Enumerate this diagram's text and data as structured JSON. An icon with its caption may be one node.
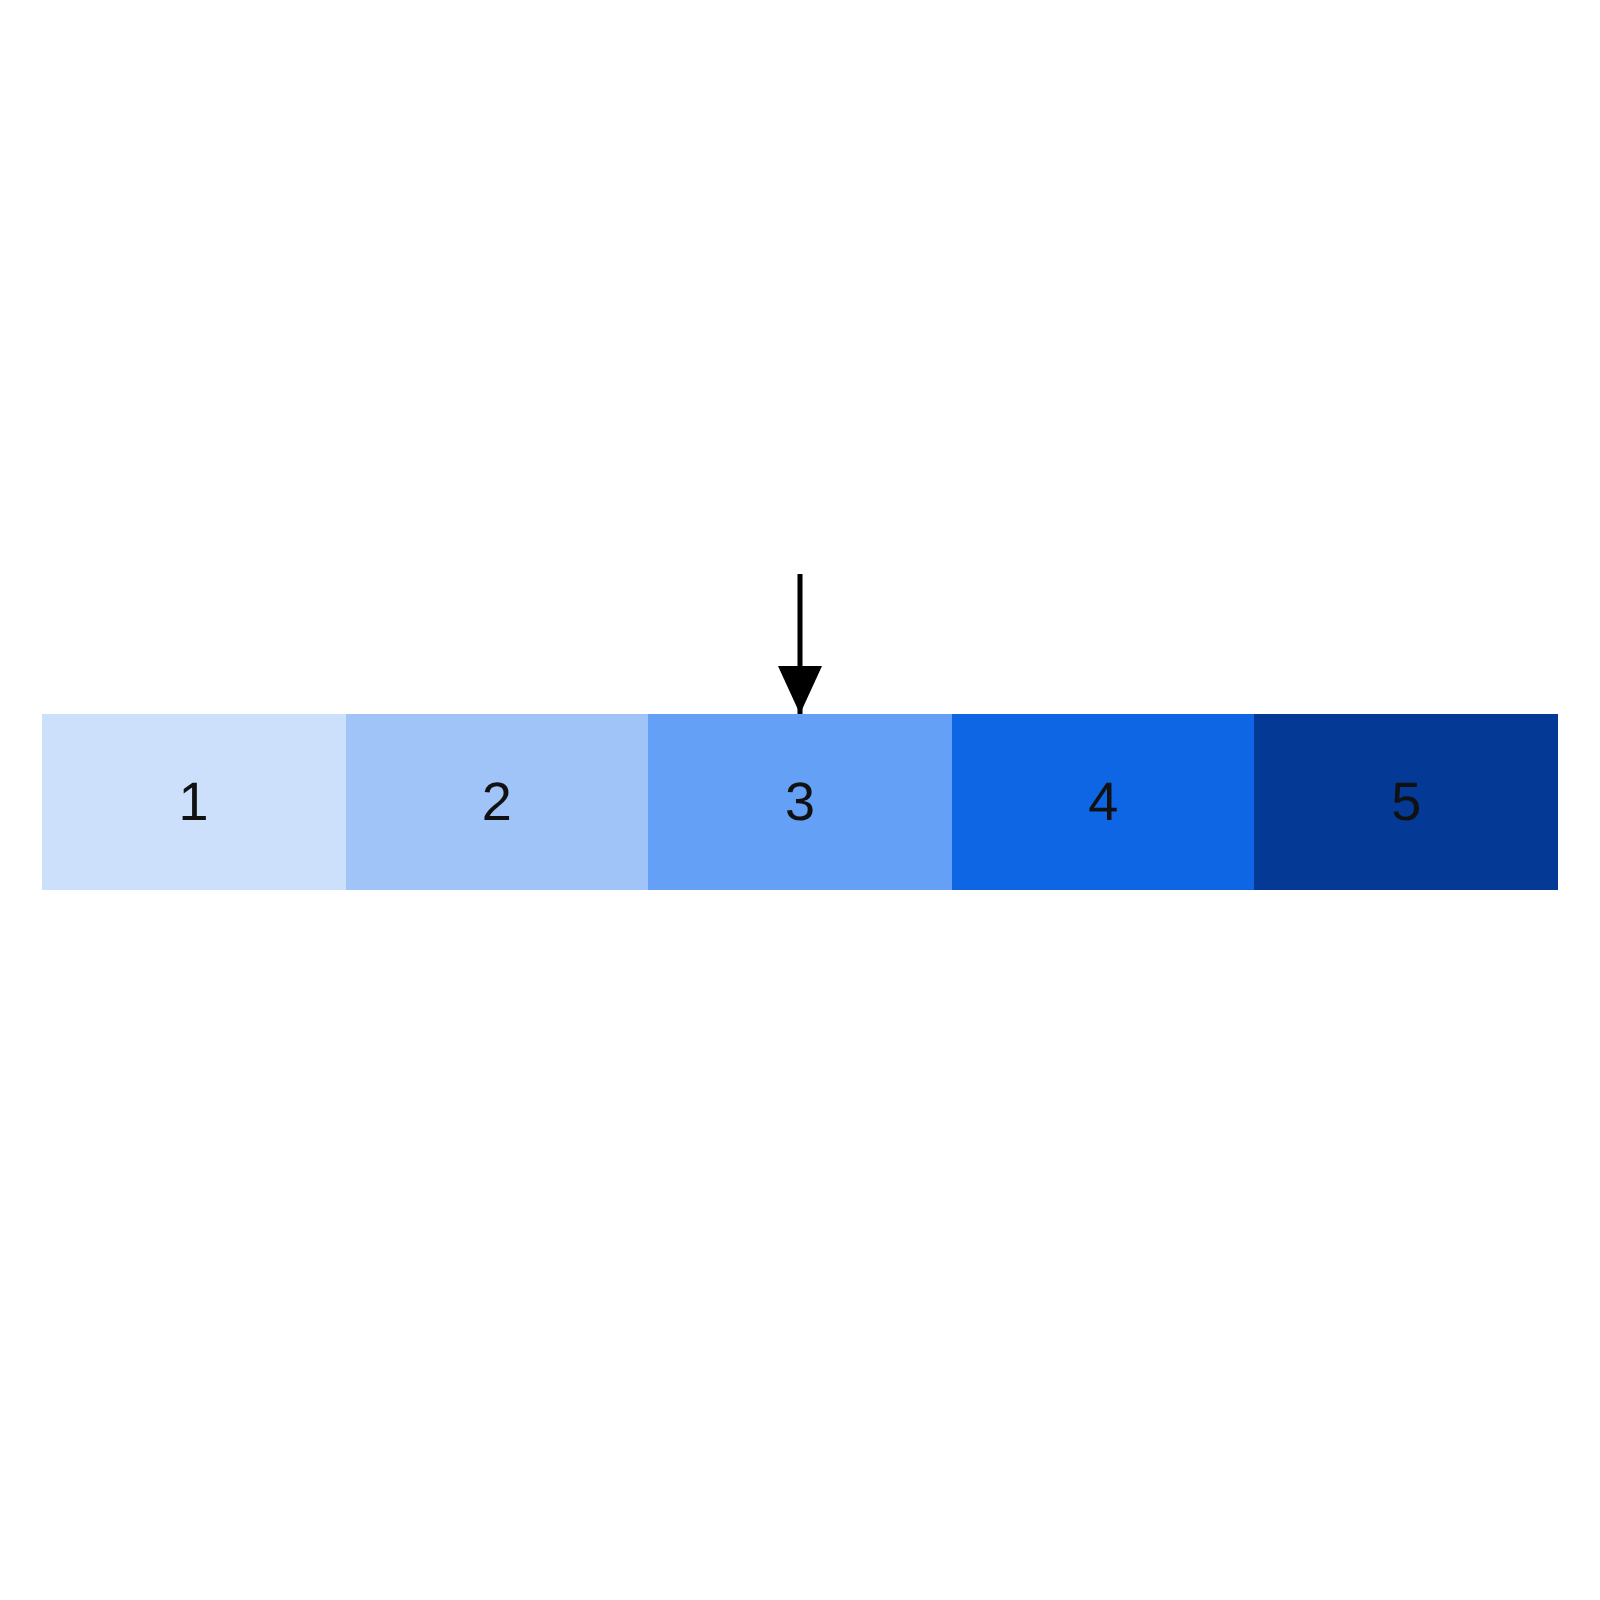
{
  "diagram": {
    "nodes": [
      {
        "text": [
          "1"
        ]
      },
      {
        "text": [
          "2"
        ]
      },
      {
        "text": [
          "3"
        ]
      },
      {
        "text": [
          "4"
        ]
      },
      {
        "text": [
          "5"
        ]
      }
    ],
    "edges": [
      {
        "from": null,
        "to": 2,
        "arrow": "to"
      }
    ]
  }
}
